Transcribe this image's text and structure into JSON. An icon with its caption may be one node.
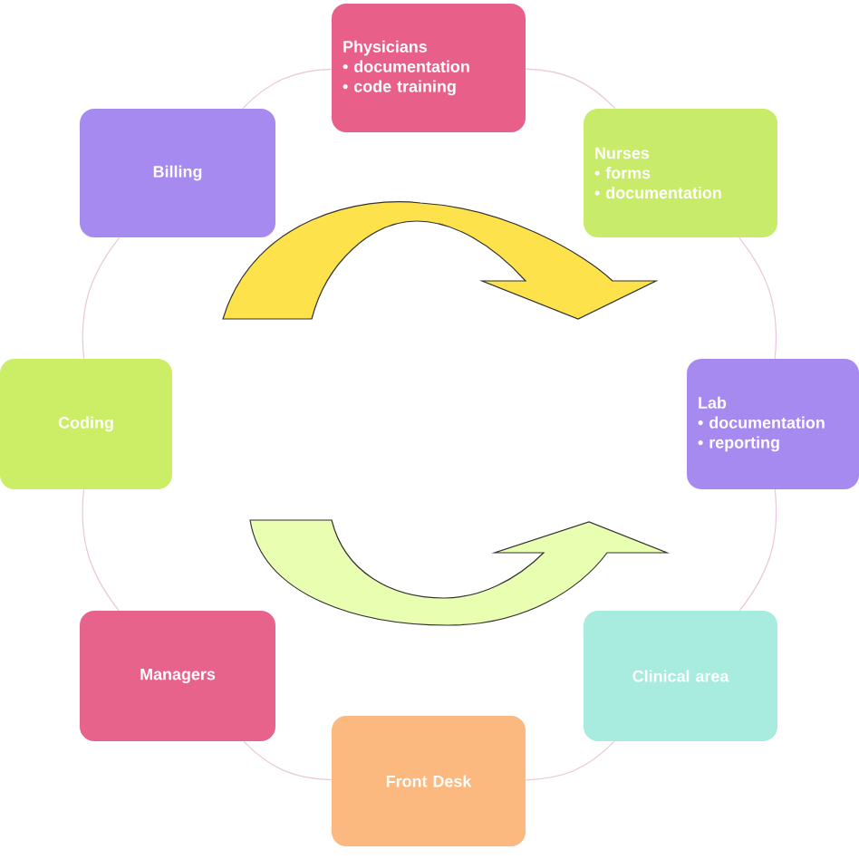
{
  "diagram": {
    "nodes": [
      {
        "text": [
          "Physicians",
          "• documentation",
          "• code training"
        ]
      },
      {
        "text": [
          "Nurses",
          "• forms",
          "• documentation"
        ]
      },
      {
        "text": [
          "Lab",
          "• documentation",
          "• reporting"
        ]
      },
      {
        "text": [
          "Clinical area"
        ]
      },
      {
        "text": [
          "Front Desk"
        ]
      },
      {
        "text": [
          "Managers"
        ]
      },
      {
        "text": [
          "Coding"
        ]
      },
      {
        "text": [
          "Billing"
        ]
      }
    ],
    "edges": [
      {
        "from": 0,
        "to": 1,
        "arrow": "none"
      },
      {
        "from": 1,
        "to": 2,
        "arrow": "none"
      },
      {
        "from": 2,
        "to": 3,
        "arrow": "none"
      },
      {
        "from": 3,
        "to": 4,
        "arrow": "none"
      },
      {
        "from": 4,
        "to": 5,
        "arrow": "none"
      },
      {
        "from": 5,
        "to": 6,
        "arrow": "none"
      },
      {
        "from": 6,
        "to": 7,
        "arrow": "none"
      },
      {
        "from": 7,
        "to": 0,
        "arrow": "none"
      }
    ]
  }
}
